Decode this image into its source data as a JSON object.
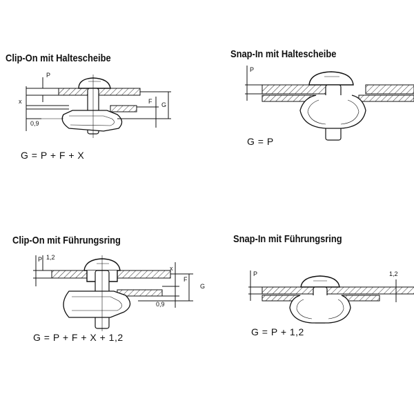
{
  "panels": {
    "clip_on_haltescheibe": {
      "title": "Clip-On mit Haltescheibe",
      "formula": "G = P + F + X",
      "labels": {
        "p": "P",
        "x": "x",
        "f": "F",
        "g": "G",
        "nine": "0,9"
      }
    },
    "snap_in_haltescheibe": {
      "title": "Snap-In mit Haltescheibe",
      "formula": "G = P",
      "labels": {
        "p": "P"
      }
    },
    "clip_on_fuehrungsring": {
      "title": "Clip-On mit Führungsring",
      "formula": "G = P + F + X + 1,2",
      "labels": {
        "p": "P",
        "onetwo": "1,2",
        "x": "x",
        "f": "F",
        "g": "G",
        "nine": "0,9"
      }
    },
    "snap_in_fuehrungsring": {
      "title": "Snap-In mit Führungsring",
      "formula": "G = P + 1,2",
      "labels": {
        "p": "P",
        "onetwo": "1,2"
      }
    }
  }
}
